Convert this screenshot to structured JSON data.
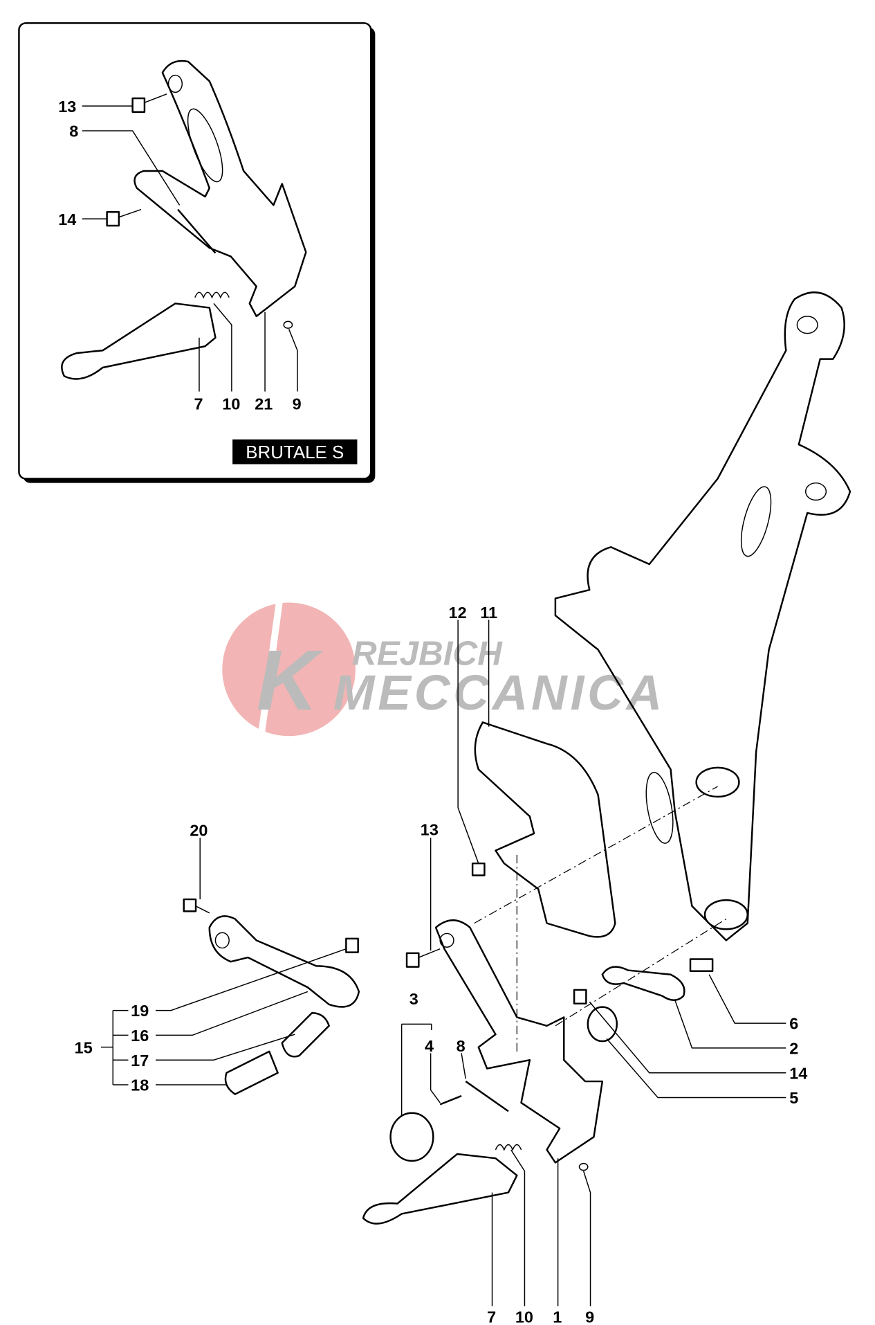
{
  "inset": {
    "title": "BRUTALE S",
    "labels": {
      "l13": "13",
      "l8": "8",
      "l14": "14",
      "l7": "7",
      "l10": "10",
      "l21": "21",
      "l9": "9"
    }
  },
  "main": {
    "labels": {
      "l12": "12",
      "l11": "11",
      "l20": "20",
      "l13": "13",
      "l3": "3",
      "l4": "4",
      "l8": "8",
      "l15": "15",
      "l19": "19",
      "l16": "16",
      "l17": "17",
      "l18": "18",
      "l6": "6",
      "l2": "2",
      "l14": "14",
      "l5": "5",
      "l7": "7",
      "l10": "10",
      "l1": "1",
      "l9": "9"
    }
  },
  "watermark": {
    "line1": "REJBICH",
    "line2": "MECCANICA",
    "initial": "K",
    "circle_color": "#f0a8a8",
    "text_color": "#b0b0b0"
  }
}
